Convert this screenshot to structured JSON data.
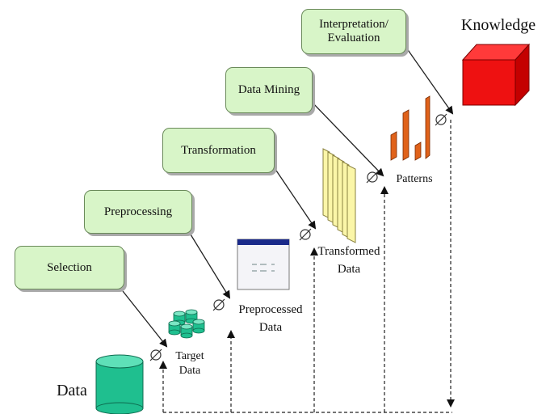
{
  "steps": [
    {
      "label": "Selection"
    },
    {
      "label": "Preprocessing"
    },
    {
      "label": "Transformation"
    },
    {
      "label": "Data Mining"
    },
    {
      "label": "Interpretation/\nEvaluation"
    }
  ],
  "artifacts": {
    "data": "Data",
    "target_data": "Target\nData",
    "preprocessed_data": "Preprocessed\nData",
    "transformed_data": "Transformed\nData",
    "patterns": "Patterns",
    "knowledge": "Knowledge"
  },
  "colors": {
    "step_fill": "#d8f5c8",
    "cylinder": "#1fbf8f",
    "knowledge_cube": "#ee1111",
    "pattern_bars": "#e0621a",
    "transformed_pages": "#fbf6a8"
  }
}
